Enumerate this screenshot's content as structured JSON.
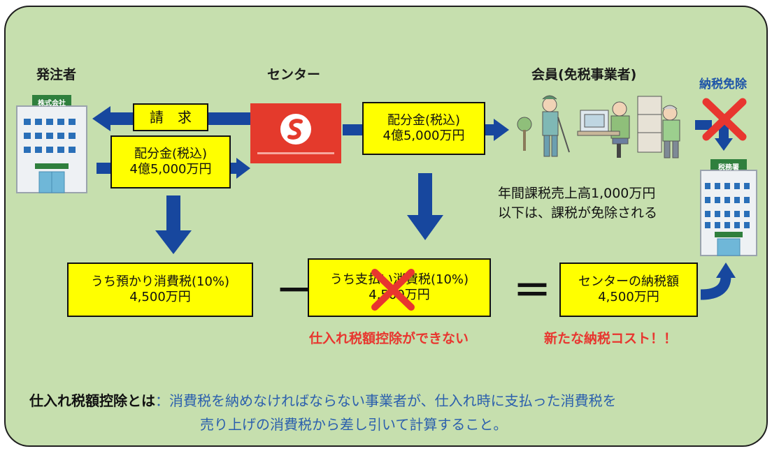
{
  "actors": {
    "client": "発注者",
    "center": "センター",
    "members": "会員(免税事業者)",
    "exempt": "納税免除"
  },
  "buildings": {
    "company_sign": "株式会社",
    "tax_office_sign": "税務署"
  },
  "invoice_label": "請　求",
  "payment_client": {
    "line1": "配分金(税込)",
    "line2": "4億5,000万円"
  },
  "payment_center": {
    "line1": "配分金(税込)",
    "line2": "4億5,000万円"
  },
  "exemption_note": {
    "line1": "年間課税売上高1,000万円",
    "line2": "以下は、課税が免除される"
  },
  "calc": {
    "received": {
      "line1": "うち預かり消費税(10%)",
      "line2": "4,500万円"
    },
    "operator_minus": "－",
    "paid": {
      "line1": "うち支払い消費税(10%)",
      "line2": "4,500万円"
    },
    "operator_equals": "＝",
    "result": {
      "line1": "センターの納税額",
      "line2": "4,500万円"
    }
  },
  "warnings": {
    "no_deduction": "仕入れ税額控除ができない",
    "new_cost": "新たな納税コスト！！"
  },
  "definition": {
    "term": "仕入れ税額控除とは",
    "colon": "：",
    "line1": "消費税を納めなければならない事業者が、仕入れ時に支払った消費税を",
    "line2": "売り上げの消費税から差し引いて計算すること。"
  },
  "colors": {
    "background": "#c6dfae",
    "box": "#ffff00",
    "arrow": "#17479e",
    "cross": "#e8362f",
    "logo_bg": "#e43a2c"
  },
  "icons": [
    "office-building-icon",
    "silver-center-logo",
    "worker-illustrations",
    "tax-office-icon",
    "cross-mark-icon"
  ]
}
